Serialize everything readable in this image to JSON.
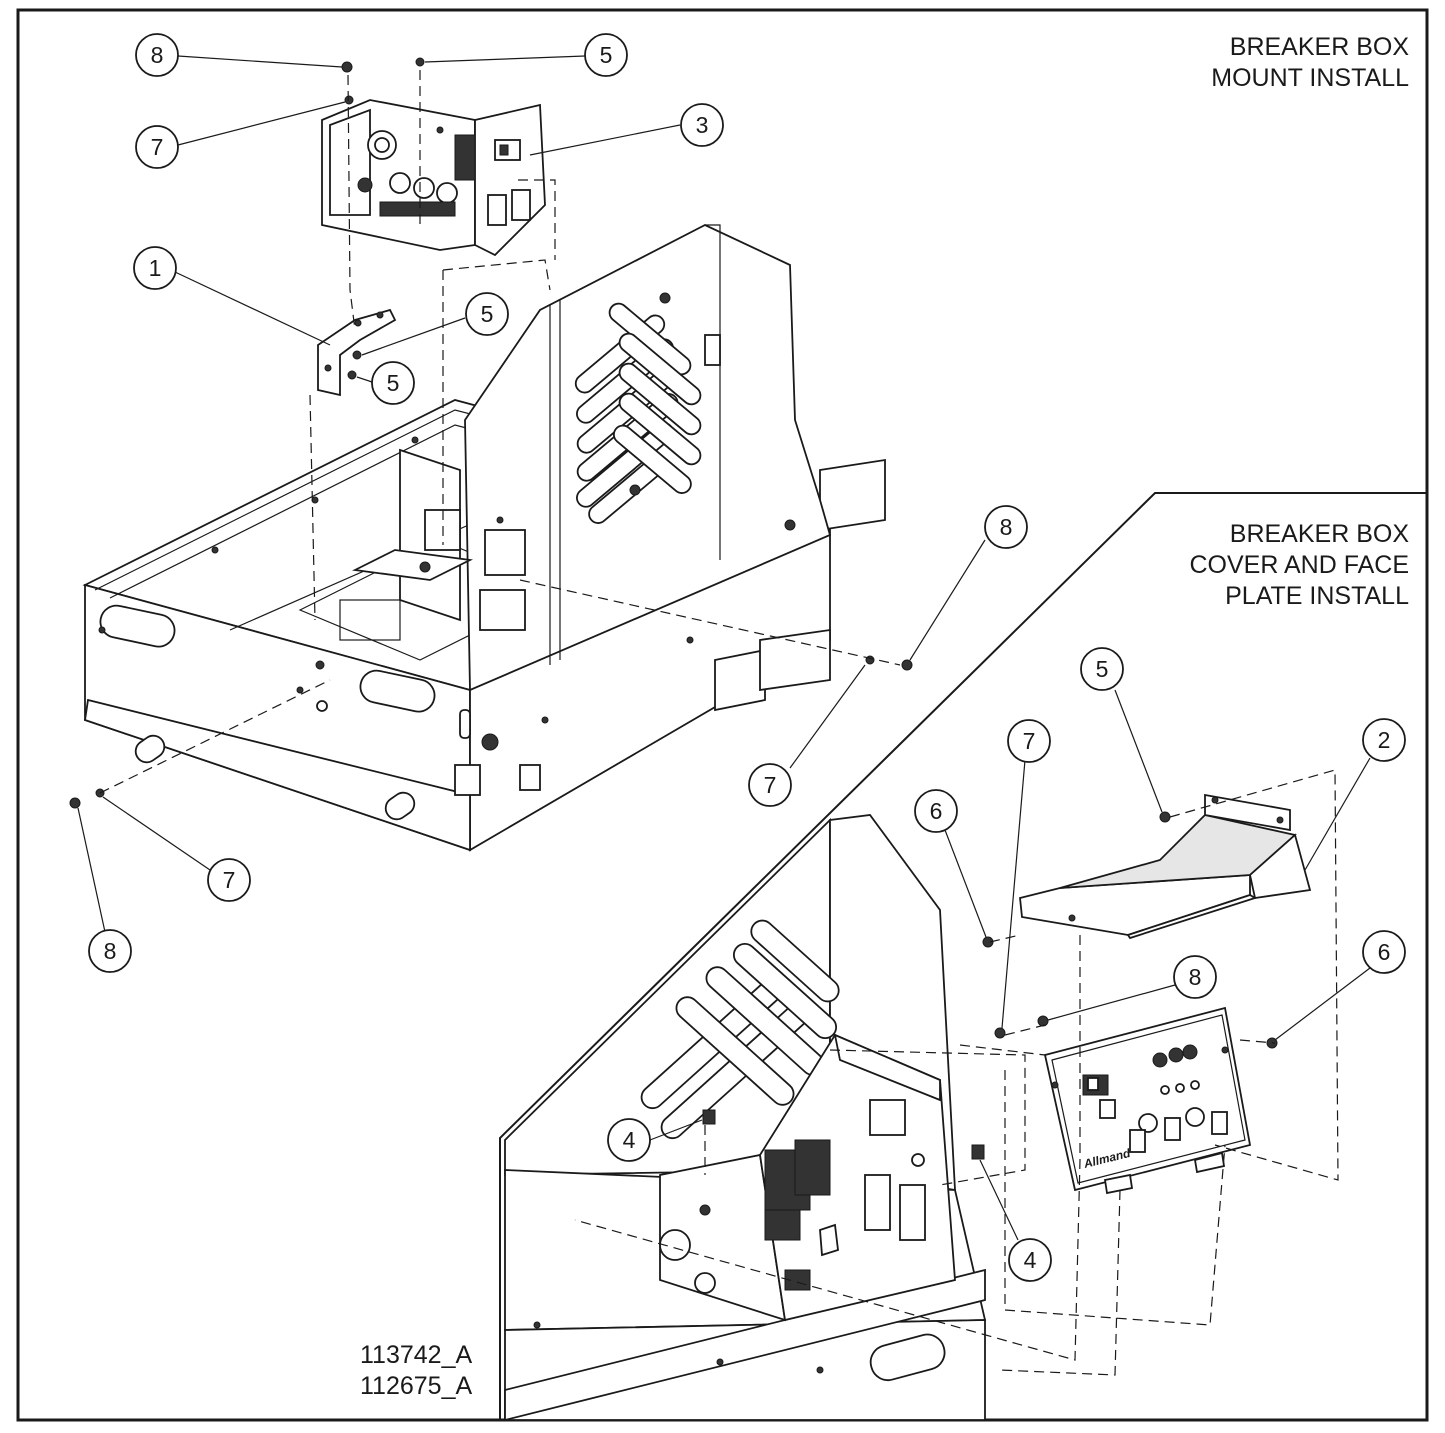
{
  "panels": {
    "mount": {
      "title": [
        "BREAKER BOX",
        "MOUNT INSTALL"
      ]
    },
    "cover": {
      "title": [
        "BREAKER BOX",
        "COVER AND FACE",
        "PLATE INSTALL"
      ]
    }
  },
  "document_numbers": [
    "113742_A",
    "112675_A"
  ],
  "faceplate_brand": "Allmand",
  "callouts": [
    {
      "label": "8"
    },
    {
      "label": "5"
    },
    {
      "label": "7"
    },
    {
      "label": "3"
    },
    {
      "label": "1"
    },
    {
      "label": "5"
    },
    {
      "label": "5"
    },
    {
      "label": "8"
    },
    {
      "label": "7"
    },
    {
      "label": "7"
    },
    {
      "label": "8"
    },
    {
      "label": "5"
    },
    {
      "label": "7"
    },
    {
      "label": "2"
    },
    {
      "label": "6"
    },
    {
      "label": "8"
    },
    {
      "label": "6"
    },
    {
      "label": "4"
    },
    {
      "label": "4"
    }
  ],
  "colors": {
    "line": "#1a1a1a",
    "background": "#ffffff",
    "shade": "#e6e6e6"
  }
}
